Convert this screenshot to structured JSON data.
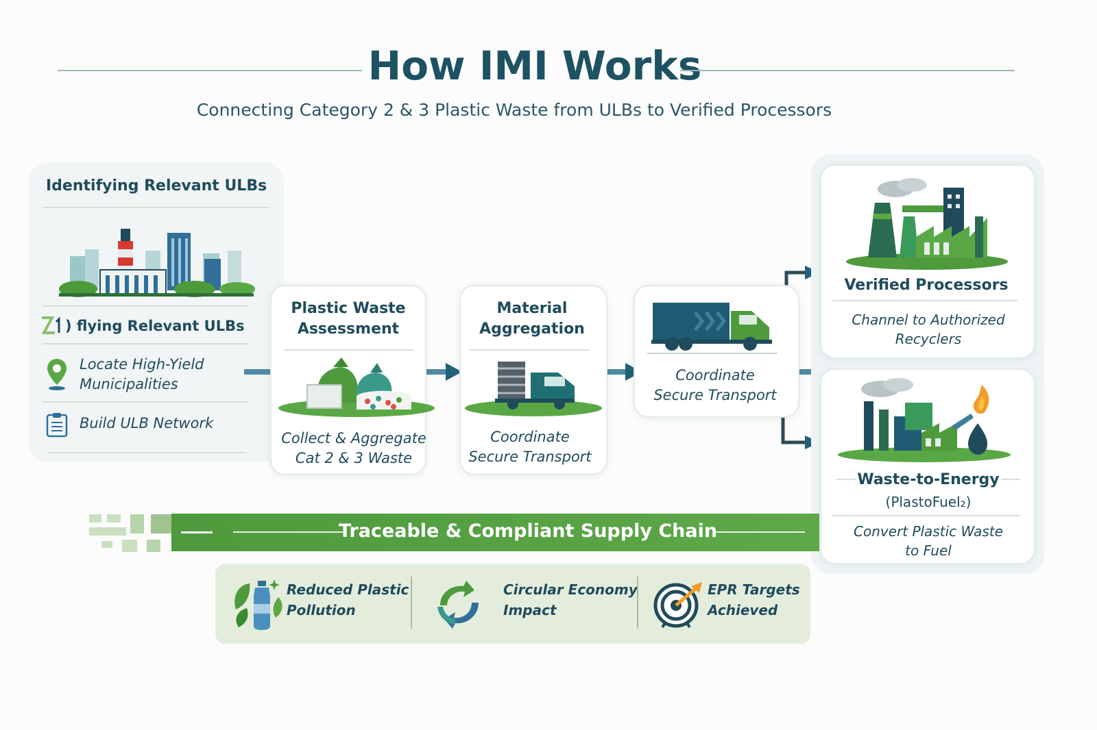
{
  "header": {
    "title": "How IMI Works",
    "subtitle": "Connecting Category 2 & 3 Plastic Waste from ULBs to Verified Processors"
  },
  "ulb_panel": {
    "heading": "Identifying Relevant ULBs",
    "step_label": "flying Relevant ULBs",
    "items": [
      {
        "icon": "map-pin-icon",
        "text": "Locate High-Yield Municipalities"
      },
      {
        "icon": "clipboard-icon",
        "text": "Build ULB Network"
      }
    ]
  },
  "steps": [
    {
      "title": "Plastic Waste Assessment",
      "caption_line1": "Collect & Aggregate",
      "caption_line2": "Cat 2 & 3 Waste"
    },
    {
      "title": "Material Aggregation",
      "caption_line1": "Coordinate",
      "caption_line2": "Secure Transport"
    },
    {
      "title": "",
      "caption_line1": "Coordinate",
      "caption_line2": "Secure Transport"
    }
  ],
  "processors": [
    {
      "title": "Verified Processors",
      "sub": "",
      "caption_line1": "Channel to Authorized",
      "caption_line2": "Recyclers"
    },
    {
      "title": "Waste-to-Energy",
      "sub": "(PlastoFuel₂)",
      "caption_line1": "Convert Plastic Waste",
      "caption_line2": "to Fuel"
    }
  ],
  "supply_chain": {
    "label": "Traceable & Compliant Supply Chain"
  },
  "outcomes": [
    {
      "icon": "plastic-bottle-leaf-icon",
      "line1": "Reduced Plastic",
      "line2": "Pollution"
    },
    {
      "icon": "recycle-arrows-icon",
      "line1": "Circular Economy",
      "line2": "Impact"
    },
    {
      "icon": "target-arrow-icon",
      "line1": "EPR Targets",
      "line2": "Achieved"
    }
  ],
  "colors": {
    "primary": "#1d5263",
    "green": "#5aa845",
    "arrow": "#23607a"
  }
}
